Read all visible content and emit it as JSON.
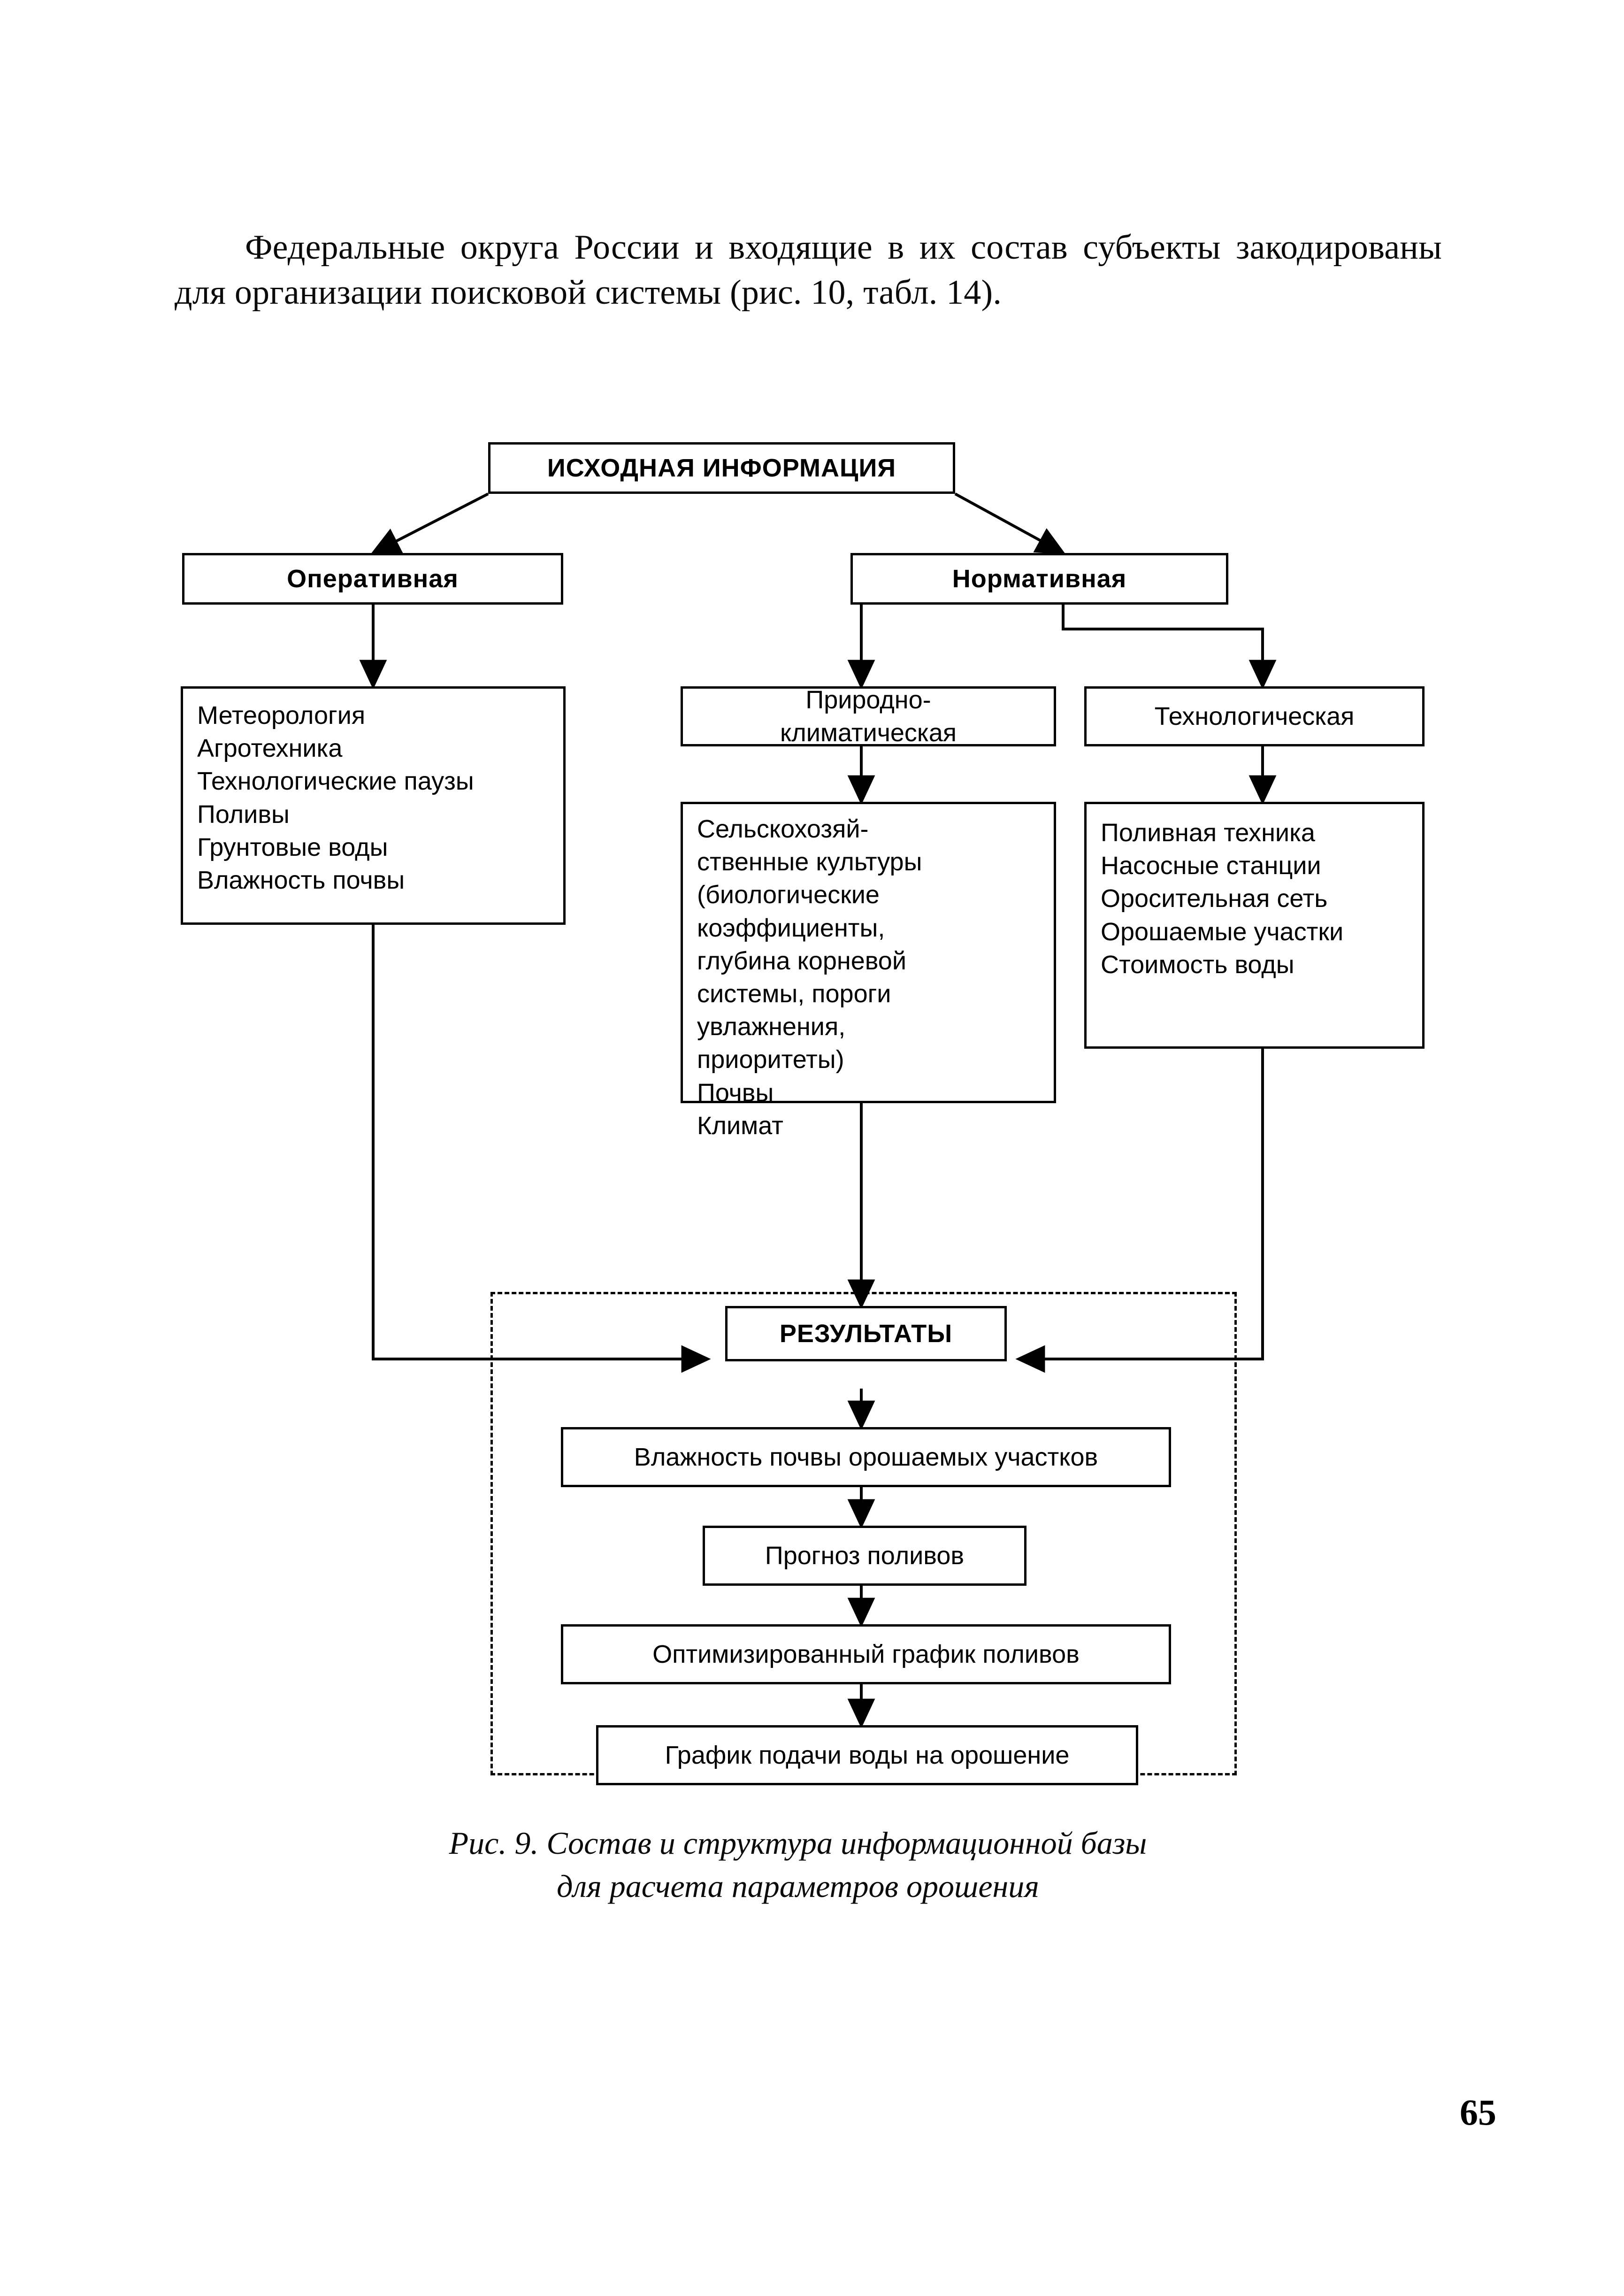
{
  "document": {
    "page_number": "65",
    "paragraph": "Федеральные округа России и входящие в их состав субъекты закодированы для организации поисковой системы (рис. 10, табл. 14)."
  },
  "figure": {
    "caption_line1": "Рис. 9. Состав и структура информационной базы",
    "caption_line2": "для расчета параметров орошения",
    "nodes": {
      "root": "ИСХОДНАЯ ИНФОРМАЦИЯ",
      "operational": "Оперативная",
      "normative": "Нормативная",
      "operational_items": [
        "Метеорология",
        "Агротехника",
        "Технологические паузы",
        "Поливы",
        "Грунтовые воды",
        "Влажность почвы"
      ],
      "natural_climatic_line1": "Природно-",
      "natural_climatic_line2": "климатическая",
      "technological": "Технологическая",
      "crops_items": [
        "Сельскохозяй-",
        "ственные культуры",
        "(биологические",
        "коэффициенты,",
        "глубина корневой",
        "системы, пороги",
        "увлажнения,",
        "приоритеты)",
        "Почвы",
        "Климат"
      ],
      "technological_items": [
        "Поливная техника",
        "Насосные станции",
        "Оросительная сеть",
        "Орошаемые участки",
        "Стоимость воды"
      ],
      "results": "РЕЗУЛЬТАТЫ",
      "result_chain": [
        "Влажность почвы орошаемых участков",
        "Прогноз поливов",
        "Оптимизированный график поливов",
        "График подачи воды на орошение"
      ]
    },
    "colors": {
      "stroke": "#000000",
      "fill": "#ffffff"
    }
  }
}
